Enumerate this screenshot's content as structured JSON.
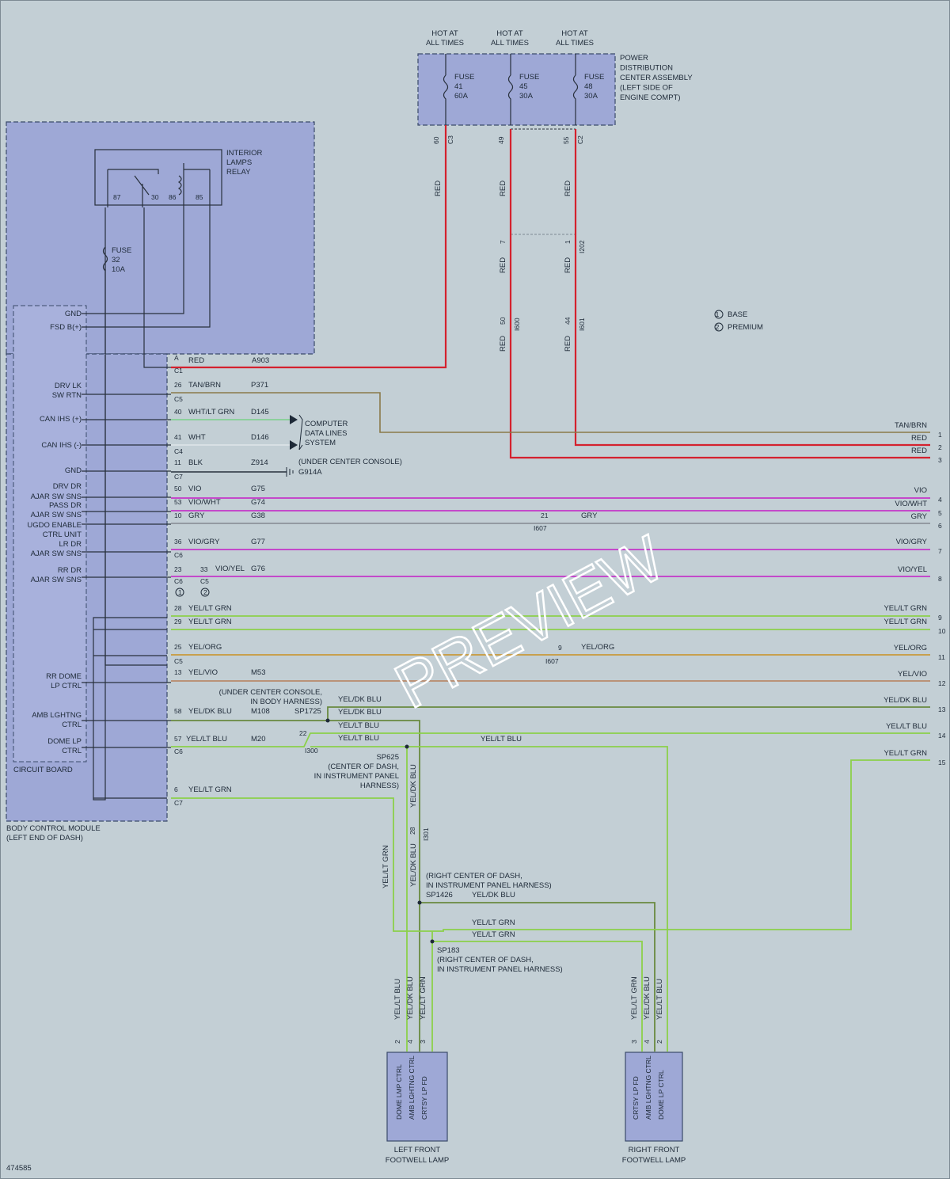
{
  "power": {
    "hot": [
      "HOT AT",
      "ALL TIMES"
    ],
    "title": [
      "POWER",
      "DISTRIBUTION",
      "CENTER ASSEMBLY",
      "(LEFT SIDE OF",
      "ENGINE COMPT)"
    ],
    "fuses": [
      {
        "label": "FUSE",
        "num": "41",
        "amp": "60A",
        "pin": "60",
        "conn": "C3"
      },
      {
        "label": "FUSE",
        "num": "45",
        "amp": "30A",
        "pin": "49",
        "conn": ""
      },
      {
        "label": "FUSE",
        "num": "48",
        "amp": "30A",
        "pin": "55",
        "conn": "C2"
      }
    ]
  },
  "relay": {
    "title": [
      "INTERIOR",
      "LAMPS",
      "RELAY"
    ],
    "pins": [
      "87",
      "30",
      "86",
      "85"
    ]
  },
  "bcm_fuse": {
    "label": "FUSE",
    "num": "32",
    "amp": "10A"
  },
  "bcm": {
    "title": [
      "BODY CONTROL MODULE",
      "(LEFT END OF DASH)"
    ],
    "circuit_board": "CIRCUIT BOARD",
    "labels": {
      "gnd1": "GND",
      "fsd": "FSD B(+)",
      "drvlk1": "DRV LK",
      "drvlk2": "SW RTN",
      "canp": "CAN IHS (+)",
      "canm": "CAN IHS (-)",
      "gnd2": "GND",
      "drvdr1": "DRV DR",
      "drvdr2": "AJAR SW SNS",
      "pass1": "PASS DR",
      "pass2": "AJAR SW SNS",
      "ugdo1": "UGDO ENABLE",
      "ugdo2": "CTRL UNIT",
      "lr1": "LR DR",
      "lr2": "AJAR SW SNS",
      "rr1": "RR DR",
      "rr2": "AJAR SW SNS",
      "rrdome1": "RR DOME",
      "rrdome2": "LP CTRL",
      "amb1": "AMB LGHTNG",
      "amb2": "CTRL",
      "dome1": "DOME LP",
      "dome2": "CTRL"
    }
  },
  "pins": {
    "a": {
      "pin": "A",
      "color": "RED",
      "circuit": "A903",
      "conn": "C1"
    },
    "p26": {
      "pin": "26",
      "color": "TAN/BRN",
      "circuit": "P371",
      "conn": "C5"
    },
    "p40": {
      "pin": "40",
      "color": "WHT/LT GRN",
      "circuit": "D145"
    },
    "p41": {
      "pin": "41",
      "color": "WHT",
      "circuit": "D146",
      "conn": "C4"
    },
    "p11": {
      "pin": "11",
      "color": "BLK",
      "circuit": "Z914",
      "conn": "C7"
    },
    "p50": {
      "pin": "50",
      "color": "VIO",
      "circuit": "G75"
    },
    "p53": {
      "pin": "53",
      "color": "VIO/WHT",
      "circuit": "G74"
    },
    "p10": {
      "pin": "10",
      "color": "GRY",
      "circuit": "G38"
    },
    "p36": {
      "pin": "36",
      "color": "VIO/GRY",
      "circuit": "G77",
      "conn": "C6"
    },
    "p23": {
      "pin": "23",
      "pin2": "33",
      "color": "VIO/YEL",
      "circuit": "G76",
      "conn": "C6",
      "conn2": "C5"
    },
    "p28": {
      "pin": "28",
      "color": "YEL/LT GRN"
    },
    "p29": {
      "pin": "29",
      "color": "YEL/LT GRN"
    },
    "p25": {
      "pin": "25",
      "color": "YEL/ORG",
      "conn": "C5"
    },
    "p13": {
      "pin": "13",
      "color": "YEL/VIO",
      "circuit": "M53"
    },
    "p58": {
      "pin": "58",
      "color": "YEL/DK BLU",
      "circuit": "M108"
    },
    "p57": {
      "pin": "57",
      "color": "YEL/LT BLU",
      "circuit": "M20",
      "conn": "C6"
    },
    "p6": {
      "pin": "6",
      "color": "YEL/LT GRN",
      "conn": "C7"
    }
  },
  "notes": {
    "computer": [
      "COMPUTER",
      "DATA LINES",
      "SYSTEM"
    ],
    "ground": [
      "(UNDER CENTER CONSOLE)",
      "G914A"
    ],
    "i607a": {
      "pin": "21",
      "color": "GRY",
      "conn": "I607"
    },
    "i607b": {
      "pin": "9",
      "color": "YEL/ORG",
      "conn": "I607"
    },
    "sp1725_loc": [
      "(UNDER CENTER CONSOLE,",
      "IN BODY HARNESS)"
    ],
    "sp1725": "SP1725",
    "i300": {
      "pin": "22",
      "conn": "I300"
    },
    "sp625": [
      "SP625",
      "(CENTER OF DASH,",
      "IN INSTRUMENT PANEL",
      "HARNESS)"
    ],
    "i301": {
      "pin": "28",
      "conn": "I301"
    },
    "sp1426": [
      "(RIGHT CENTER OF DASH,",
      "IN INSTRUMENT PANEL HARNESS)",
      "SP1426"
    ],
    "sp183": [
      "SP183",
      "(RIGHT CENTER OF DASH,",
      "IN INSTRUMENT PANEL HARNESS)"
    ],
    "legend": [
      "BASE",
      "PREMIUM"
    ],
    "legend_nums": [
      "1",
      "2"
    ],
    "figure_id": "474585"
  },
  "right_connector": [
    {
      "num": "1",
      "label": "TAN/BRN"
    },
    {
      "num": "2",
      "label": "RED"
    },
    {
      "num": "3",
      "label": "RED"
    },
    {
      "num": "4",
      "label": "VIO"
    },
    {
      "num": "5",
      "label": "VIO/WHT"
    },
    {
      "num": "6",
      "label": "GRY"
    },
    {
      "num": "7",
      "label": "VIO/GRY"
    },
    {
      "num": "8",
      "label": "VIO/YEL"
    },
    {
      "num": "9",
      "label": "YEL/LT GRN"
    },
    {
      "num": "10",
      "label": "YEL/LT GRN"
    },
    {
      "num": "11",
      "label": "YEL/ORG"
    },
    {
      "num": "12",
      "label": "YEL/VIO"
    },
    {
      "num": "13",
      "label": "YEL/DK BLU"
    },
    {
      "num": "14",
      "label": "YEL/LT BLU"
    },
    {
      "num": "15",
      "label": "YEL/LT GRN"
    }
  ],
  "wire_labels": {
    "red": "RED",
    "i600": {
      "pin": "50",
      "conn": "I600"
    },
    "i601": {
      "pin": "44",
      "conn": "I601"
    },
    "c7": "7",
    "c202": {
      "pin": "1",
      "conn": "I202"
    },
    "yel_dk_blu": "YEL/DK BLU",
    "yel_lt_blu": "YEL/LT BLU",
    "yel_lt_grn": "YEL/LT GRN"
  },
  "lamps": {
    "left": {
      "title": [
        "LEFT FRONT",
        "FOOTWELL LAMP"
      ],
      "pins": [
        "2",
        "4",
        "3"
      ],
      "wires": [
        "YEL/LT BLU",
        "YEL/DK BLU",
        "YEL/LT GRN"
      ],
      "funcs": [
        "DOME LMP CTRL",
        "AMB LGHTNG CTRL",
        "CRTSY LP FD"
      ]
    },
    "right": {
      "title": [
        "RIGHT FRONT",
        "FOOTWELL LAMP"
      ],
      "pins": [
        "3",
        "4",
        "2"
      ],
      "wires": [
        "YEL/LT GRN",
        "YEL/DK BLU",
        "YEL/LT BLU"
      ],
      "funcs": [
        "CRTSY LP FD",
        "AMB LGHTNG CTRL",
        "DOME LP CTRL"
      ]
    }
  },
  "colors": {
    "red": "#d4212e",
    "tan": "#8a7a4a",
    "vio": "#c536c8",
    "gry": "#8c939a",
    "yelgrn": "#8cd04a",
    "yelorg": "#c99a3a",
    "yelvio": "#b88a6a",
    "yeldkblu": "#6a8a40",
    "whtgrn": "#7ad08a"
  },
  "watermark": "PREVIEW"
}
